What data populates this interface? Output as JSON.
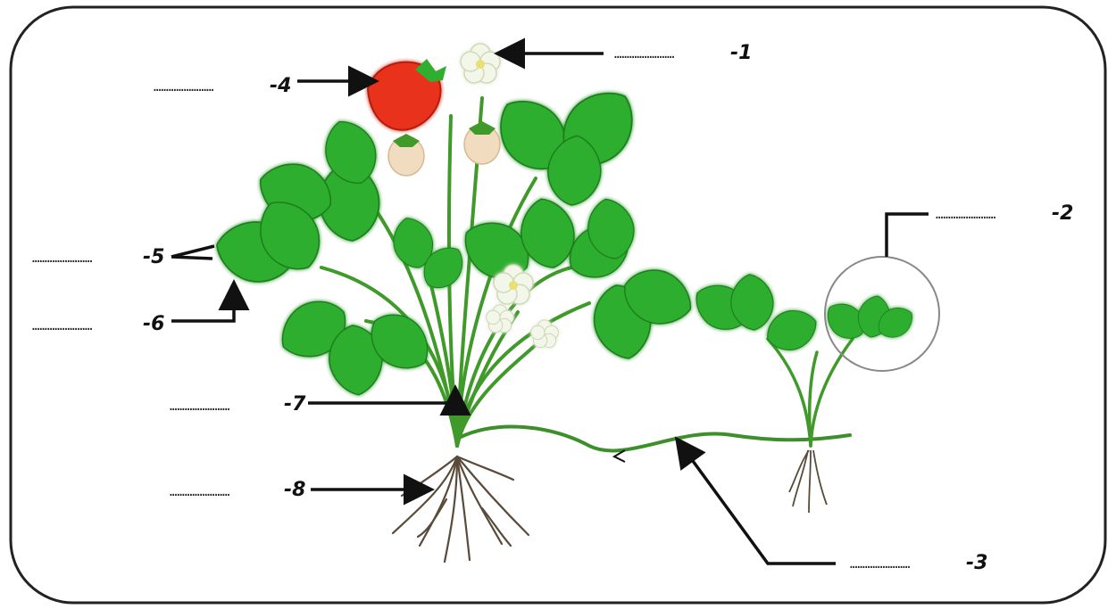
{
  "labels": [
    {
      "id": "1",
      "text": "-1",
      "blank": "……………………"
    },
    {
      "id": "2",
      "text": "-2",
      "blank": "……………………"
    },
    {
      "id": "3",
      "text": "-3",
      "blank": "……………………"
    },
    {
      "id": "4",
      "text": "-4",
      "blank": "……………………"
    },
    {
      "id": "5",
      "text": "-5",
      "blank": "……………………"
    },
    {
      "id": "6",
      "text": "-6",
      "blank": "……………………"
    },
    {
      "id": "7",
      "text": "-7",
      "blank": "……………………"
    },
    {
      "id": "8",
      "text": "-8",
      "blank": "……………………"
    }
  ],
  "colors": {
    "leaf": "#2fae2f",
    "leaf_dark": "#1d7f1d",
    "stem": "#3c8f2a",
    "fruit": "#e8311c",
    "unripe": "#f4e8c8",
    "flower": "#f3f7ea",
    "root": "#5a4a3a",
    "line": "#111111",
    "border": "#222222"
  }
}
